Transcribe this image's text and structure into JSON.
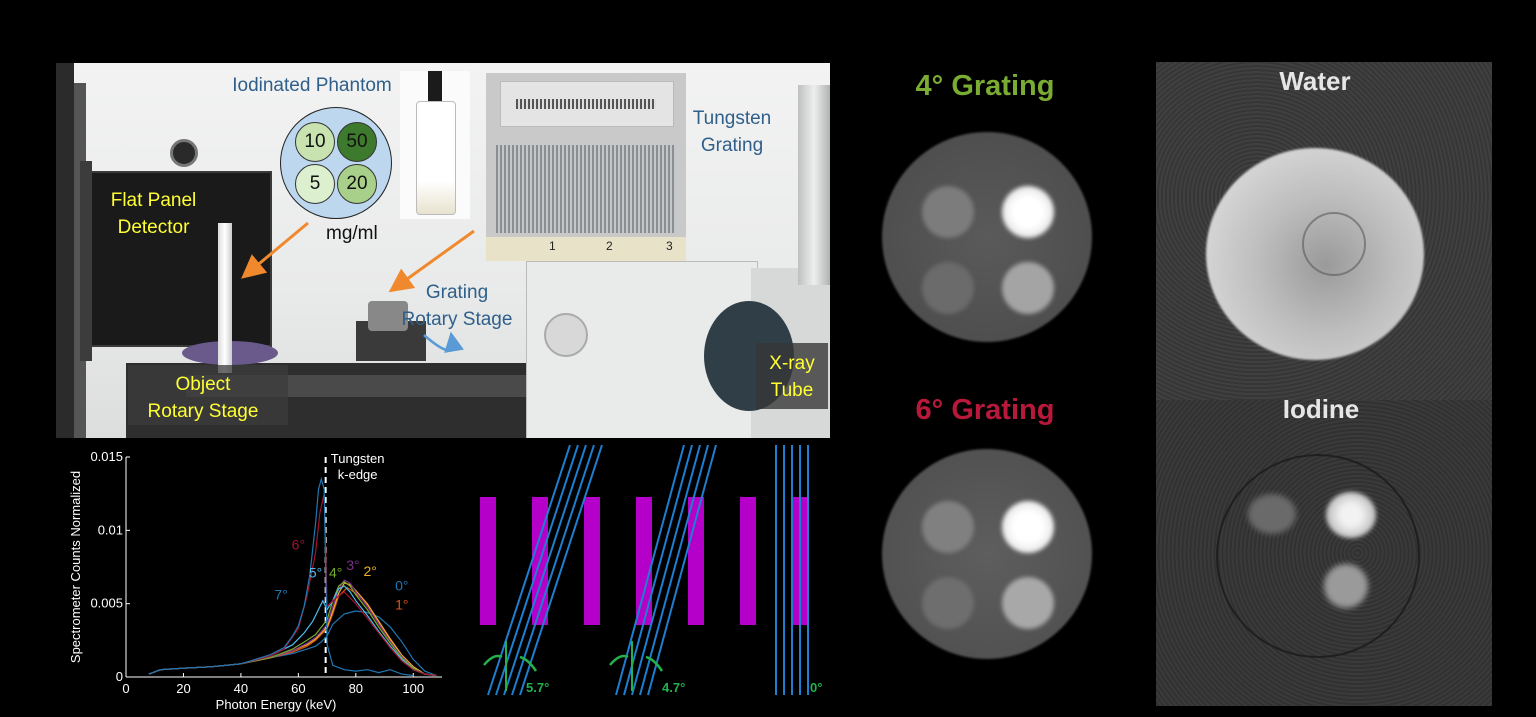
{
  "photo": {
    "phantom_title": "Iodinated Phantom",
    "vials": [
      {
        "label": "10",
        "fill": "#c9e3b0"
      },
      {
        "label": "50",
        "fill": "#3e7a2d"
      },
      {
        "label": "5",
        "fill": "#dcefcf"
      },
      {
        "label": "20",
        "fill": "#a9d08a"
      }
    ],
    "unit": "mg/ml",
    "grating_label": [
      "Tungsten",
      "Grating"
    ],
    "detector_label": [
      "Flat Panel",
      "Detector"
    ],
    "grating_stage_label": [
      "Grating",
      "Rotary Stage"
    ],
    "object_stage_label": [
      "Object",
      "Rotary Stage"
    ],
    "tube_label": [
      "X-ray",
      "Tube"
    ],
    "ruler_numbers": [
      "1",
      "2",
      "3"
    ]
  },
  "recon": {
    "title_4": "4° Grating",
    "title_6": "6° Grating",
    "color_4": "#7aab32",
    "color_6": "#b8193a"
  },
  "decomp": {
    "water_title": "Water",
    "iodine_title": "Iodine"
  },
  "schematic": {
    "angle_labels": [
      "5.7°",
      "4.7°",
      "0°"
    ],
    "bar_color": "#b400c8",
    "line_color": "#1e7fd0",
    "label_color": "#22b14c"
  },
  "chart_data": {
    "type": "line",
    "xlabel": "Photon Energy (keV)",
    "ylabel": "Spectrometer Counts Normalized",
    "xlim": [
      0,
      110
    ],
    "ylim": [
      0,
      0.015
    ],
    "x_ticks": [
      0,
      20,
      40,
      60,
      80,
      100
    ],
    "y_ticks": [
      0,
      0.005,
      0.01,
      0.015
    ],
    "y_tick_labels": [
      "0",
      "0.005",
      "0.01",
      "0.015"
    ],
    "annotation": {
      "x": 69.5,
      "text": [
        "Tungsten",
        "k-edge"
      ]
    },
    "series": [
      {
        "name": "0°",
        "color": "#1f77b4",
        "x": [
          8,
          12,
          20,
          30,
          40,
          50,
          58,
          63,
          66,
          68,
          70,
          72,
          76,
          80,
          84,
          88,
          92,
          96,
          100,
          104,
          108
        ],
        "y": [
          0.0002,
          0.0005,
          0.0006,
          0.0007,
          0.0009,
          0.0013,
          0.0016,
          0.0019,
          0.0021,
          0.0024,
          0.0028,
          0.0036,
          0.0043,
          0.0045,
          0.0044,
          0.0041,
          0.0034,
          0.0024,
          0.0012,
          0.0004,
          0.0001
        ]
      },
      {
        "name": "1°",
        "color": "#d95319",
        "x": [
          8,
          12,
          20,
          30,
          40,
          50,
          58,
          63,
          66,
          68,
          70,
          72,
          74,
          77,
          80,
          84,
          88,
          92,
          96,
          100,
          104,
          108
        ],
        "y": [
          0.0002,
          0.0005,
          0.0006,
          0.0007,
          0.0009,
          0.0013,
          0.0017,
          0.0021,
          0.0025,
          0.0029,
          0.0033,
          0.0043,
          0.0055,
          0.0061,
          0.0057,
          0.0049,
          0.0037,
          0.0025,
          0.0014,
          0.0007,
          0.0002,
          0.0001
        ]
      },
      {
        "name": "2°",
        "color": "#edb120",
        "x": [
          8,
          12,
          20,
          30,
          40,
          50,
          58,
          63,
          66,
          68,
          70,
          72,
          74,
          76,
          78,
          80,
          84,
          88,
          92,
          96,
          100,
          104,
          108
        ],
        "y": [
          0.0002,
          0.0005,
          0.0006,
          0.0007,
          0.0009,
          0.0013,
          0.0018,
          0.0022,
          0.0026,
          0.003,
          0.0034,
          0.0045,
          0.0057,
          0.0064,
          0.0063,
          0.0059,
          0.005,
          0.0038,
          0.0026,
          0.0015,
          0.0007,
          0.0002,
          0.0001
        ]
      },
      {
        "name": "3°",
        "color": "#7e2f8e",
        "x": [
          8,
          12,
          20,
          30,
          40,
          50,
          58,
          63,
          66,
          68,
          70,
          72,
          74,
          76,
          78,
          80,
          84,
          88,
          92,
          96,
          100,
          104,
          108
        ],
        "y": [
          0.0002,
          0.0005,
          0.0006,
          0.0007,
          0.0009,
          0.0013,
          0.0018,
          0.0023,
          0.0027,
          0.0031,
          0.0036,
          0.0048,
          0.006,
          0.0066,
          0.0064,
          0.0058,
          0.0048,
          0.0036,
          0.0024,
          0.0014,
          0.0006,
          0.0002,
          0.0001
        ]
      },
      {
        "name": "4°",
        "color": "#77ac30",
        "x": [
          8,
          12,
          20,
          30,
          40,
          50,
          58,
          63,
          66,
          68,
          70,
          72,
          74,
          76,
          78,
          80,
          84,
          88,
          92,
          96,
          100,
          104,
          108
        ],
        "y": [
          0.0002,
          0.0005,
          0.0006,
          0.0007,
          0.0009,
          0.0013,
          0.0019,
          0.0025,
          0.0029,
          0.0034,
          0.0039,
          0.0052,
          0.0062,
          0.0065,
          0.0062,
          0.0056,
          0.0046,
          0.0034,
          0.0023,
          0.0013,
          0.0006,
          0.0002,
          0.0001
        ]
      },
      {
        "name": "5°",
        "color": "#4dbeee",
        "x": [
          8,
          12,
          20,
          30,
          40,
          50,
          58,
          62,
          65,
          67,
          68.5,
          70,
          72,
          74,
          76,
          78,
          80,
          84,
          88,
          92,
          96,
          100,
          104,
          108
        ],
        "y": [
          0.0002,
          0.0005,
          0.0006,
          0.0007,
          0.0009,
          0.0014,
          0.0022,
          0.003,
          0.0038,
          0.0046,
          0.0052,
          0.0046,
          0.0052,
          0.006,
          0.0062,
          0.0058,
          0.0052,
          0.0042,
          0.0031,
          0.0021,
          0.0012,
          0.0005,
          0.0002,
          0.0001
        ]
      },
      {
        "name": "6°",
        "color": "#a2142f",
        "x": [
          8,
          12,
          20,
          30,
          40,
          50,
          55,
          60,
          63,
          66,
          67.5,
          69,
          70,
          72,
          76,
          80,
          84,
          88,
          92,
          96,
          100,
          104,
          108
        ],
        "y": [
          0.0002,
          0.0005,
          0.0006,
          0.0007,
          0.0009,
          0.0014,
          0.0019,
          0.0033,
          0.0055,
          0.0085,
          0.0112,
          0.0125,
          0.0048,
          0.0052,
          0.0058,
          0.005,
          0.004,
          0.003,
          0.002,
          0.0011,
          0.0005,
          0.0002,
          0.0001
        ]
      },
      {
        "name": "7°",
        "color": "#1f77b4",
        "x": [
          8,
          12,
          20,
          30,
          40,
          50,
          55,
          58,
          60,
          62,
          64,
          66,
          67,
          68,
          69,
          70,
          72,
          76,
          80,
          84,
          88,
          92,
          96,
          100
        ],
        "y": [
          0.0002,
          0.0005,
          0.0006,
          0.0007,
          0.0009,
          0.0015,
          0.002,
          0.0028,
          0.0035,
          0.0048,
          0.007,
          0.0105,
          0.0128,
          0.0135,
          0.0128,
          0.0022,
          0.0008,
          0.0005,
          0.0004,
          0.0005,
          0.0003,
          0.0005,
          0.0002,
          0.0001
        ]
      }
    ],
    "series_label_positions": [
      {
        "name": "0°",
        "x": 96,
        "y": 0.0059
      },
      {
        "name": "1°",
        "x": 96,
        "y": 0.0046
      },
      {
        "name": "2°",
        "x": 85,
        "y": 0.0069
      },
      {
        "name": "3°",
        "x": 79,
        "y": 0.0073
      },
      {
        "name": "4°",
        "x": 73,
        "y": 0.0068
      },
      {
        "name": "5°",
        "x": 66,
        "y": 0.0068
      },
      {
        "name": "6°",
        "x": 60,
        "y": 0.0087
      },
      {
        "name": "7°",
        "x": 54,
        "y": 0.0053
      }
    ]
  }
}
